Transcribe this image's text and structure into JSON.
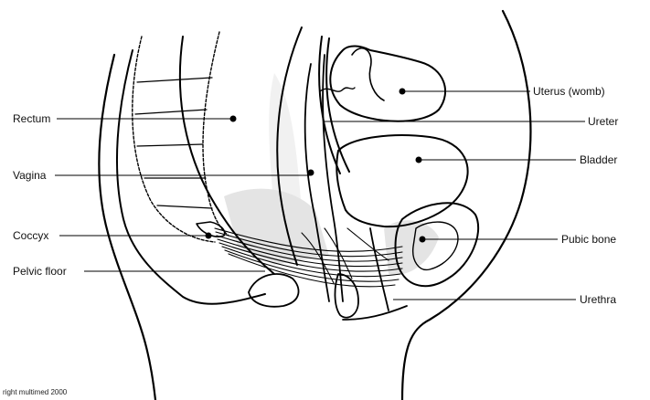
{
  "labels": {
    "left": {
      "rectum": "Rectum",
      "vagina": "Vagina",
      "coccyx": "Coccyx",
      "pelvic_floor": "Pelvic floor"
    },
    "right": {
      "uterus": "Uterus (womb)",
      "ureter": "Ureter",
      "bladder": "Bladder",
      "pubic_bone": "Pubic bone",
      "urethra": "Urethra"
    }
  },
  "copyright": "right multimed 2000"
}
